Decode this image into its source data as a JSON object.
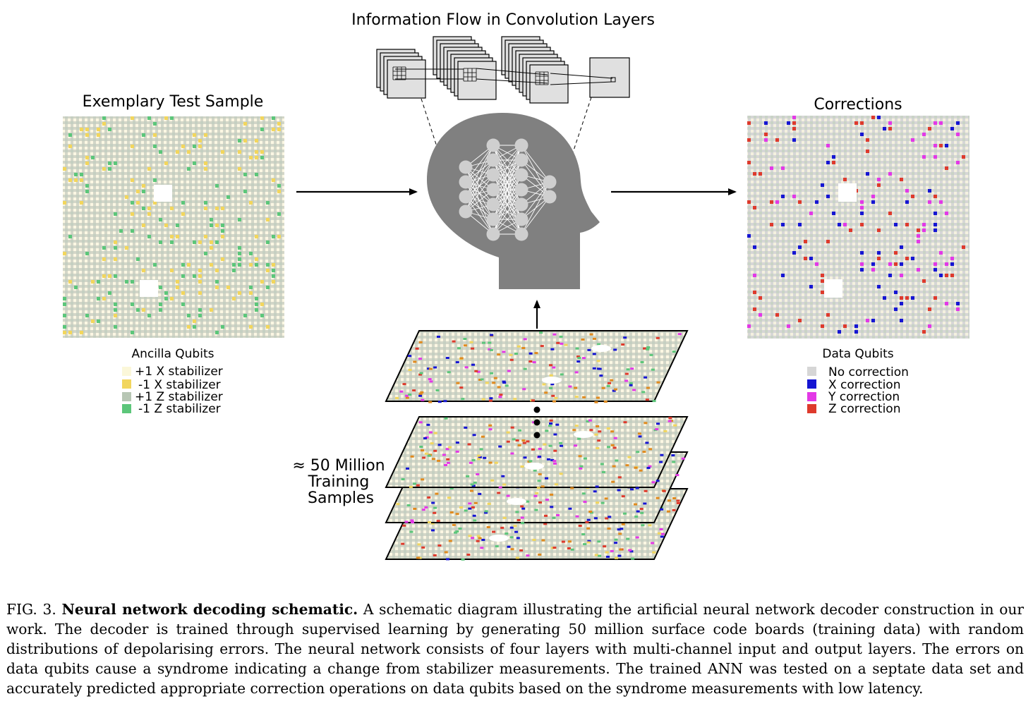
{
  "figure": {
    "conv_title": "Information Flow in Convolution Layers",
    "test_sample_title": "Exemplary Test Sample",
    "corrections_title": "Corrections",
    "training_label": [
      "≈ 50 Million",
      "Training",
      "Samples"
    ],
    "ancilla_legend": {
      "title": "Ancilla Qubits",
      "items": [
        {
          "label": "+1 X stabilizer",
          "color": "#fbf7d9"
        },
        {
          "label": "-1 X stabilizer",
          "color": "#f2d65d"
        },
        {
          "label": "+1 Z stabilizer",
          "color": "#b7c6b4"
        },
        {
          "label": "-1 Z stabilizer",
          "color": "#5cc67a"
        }
      ]
    },
    "data_legend": {
      "title": "Data Qubits",
      "items": [
        {
          "label": "No correction",
          "color": "#d6d6d6"
        },
        {
          "label": "X correction",
          "color": "#1515d2"
        },
        {
          "label": "Y correction",
          "color": "#e338e6"
        },
        {
          "label": "Z correction",
          "color": "#de3a2c"
        }
      ]
    },
    "head_color": "#808080",
    "node_color": "#cfcfcf"
  },
  "caption": {
    "label": "FIG. 3.",
    "bold": "Neural network decoding schematic.",
    "text": "A schematic diagram illustrating the artificial neural network decoder construction in our work. The decoder is trained through supervised learning by generating 50 million surface code boards (training data) with random distributions of depolarising errors. The neural network consists of four layers with multi-channel input and output layers. The errors on data qubits cause a syndrome indicating a change from stabilizer measurements. The trained ANN was tested on a septate data set and accurately predicted appropriate correction operations on data qubits based on the syndrome measurements with low latency."
  }
}
